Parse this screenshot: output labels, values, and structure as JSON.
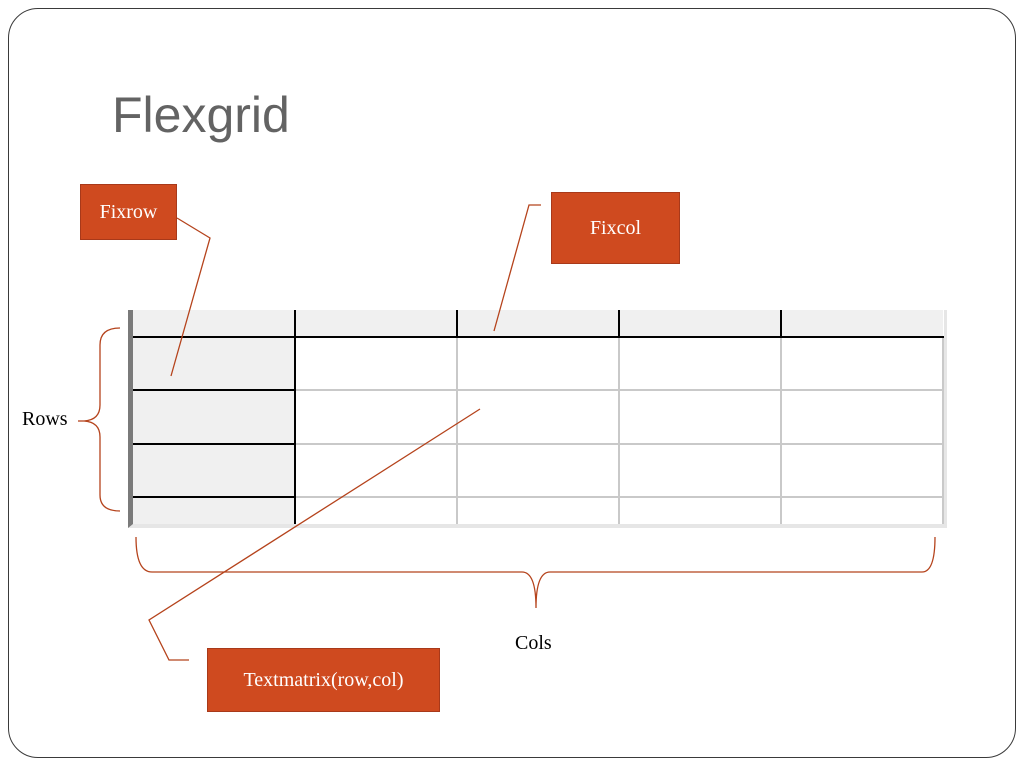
{
  "slide": {
    "title": "Flexgrid"
  },
  "callouts": {
    "fixrow": "Fixrow",
    "fixcol": "Fixcol",
    "textmatrix": "Textmatrix(row,col)"
  },
  "labels": {
    "rows": "Rows",
    "cols": "Cols"
  },
  "grid": {
    "rows": 5,
    "cols": 5,
    "fixed_rows": 1,
    "fixed_cols": 1
  },
  "colors": {
    "callout_fill": "#cf4a1f",
    "connector": "#b5431c",
    "fixed_cell": "#f0f0f0",
    "title": "#636363"
  }
}
